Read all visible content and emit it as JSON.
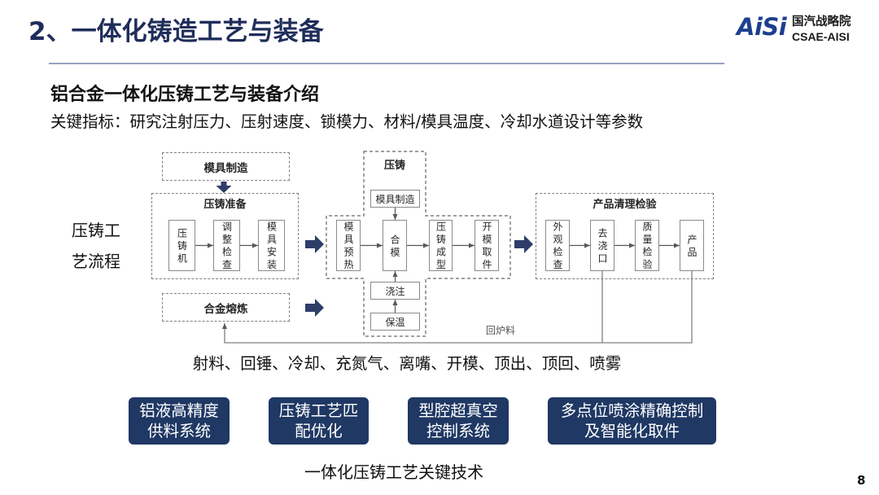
{
  "colors": {
    "title": "#1f2d5a",
    "tech_box": "#1f3864",
    "block_arrow": "#2e3c68",
    "divider": "#97a3bf",
    "dashed_outline": "#808080",
    "connector": "#595959",
    "logo_blue": "#1d3f8f"
  },
  "header": {
    "title": "2、一体化铸造工艺与装备",
    "logo": {
      "mark": "AiSi",
      "name_cn": "国汽战略院",
      "name_en": "CSAE-AISI"
    }
  },
  "intro": {
    "heading": "铝合金一体化压铸工艺与装备介绍",
    "key_indicators": "关键指标：研究注射压力、压射速度、锁模力、材料/模具温度、冷却水道设计等参数"
  },
  "process_flow": {
    "side_label": [
      "压铸工",
      "艺流程"
    ],
    "mold_making": "模具制造",
    "preparation": {
      "title": "压铸准备",
      "steps": [
        "压铸机",
        "调整检查",
        "模具安装"
      ]
    },
    "alloy_melting": "合金熔炼",
    "die_casting": {
      "title": "压铸",
      "mold_making": "模具制造",
      "steps": [
        "模具预热",
        "合模",
        "压铸成型",
        "开模取件"
      ],
      "pouring": "浇注",
      "holding": "保温"
    },
    "cleaning_inspection": {
      "title": "产品清理检验",
      "steps": [
        "外观检查",
        "去浇口",
        "质量检验",
        "产品"
      ]
    },
    "return_material": "回炉料"
  },
  "operations": "射料、回锤、冷却、充氮气、离嘴、开模、顶出、顶回、喷雾",
  "key_technologies": {
    "items": [
      {
        "lines": [
          "铝液高精度",
          "供料系统"
        ]
      },
      {
        "lines": [
          "压铸工艺匹",
          "配优化"
        ]
      },
      {
        "lines": [
          "型腔超真空",
          "控制系统"
        ]
      },
      {
        "lines": [
          "多点位喷涂精确控制",
          "及智能化取件"
        ]
      }
    ],
    "caption": "一体化压铸工艺关键技术"
  },
  "page_number": "8"
}
